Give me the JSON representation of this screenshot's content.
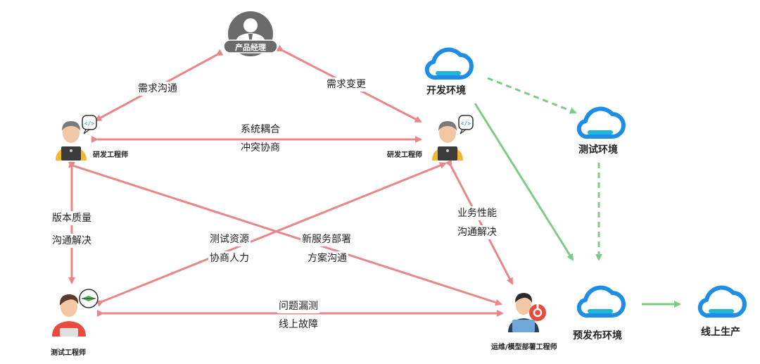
{
  "nodes": {
    "product_manager": "产品经理",
    "dev_left": "研发工程师",
    "dev_right": "研发工程师",
    "tester": "测试工程师",
    "ops": "运维/模型部署工程师"
  },
  "edges": {
    "pm_dev_left": "需求沟通",
    "pm_dev_right": "需求变更",
    "dev_dev": [
      "系统耦合",
      "冲突协商"
    ],
    "dev_left_tester": [
      "版本质量",
      "沟通解决"
    ],
    "tester_dev_right": [
      "测试资源",
      "协商人力"
    ],
    "dev_left_ops": [
      "新服务部署",
      "方案沟通"
    ],
    "dev_right_ops": [
      "业务性能",
      "沟通解决"
    ],
    "tester_ops": [
      "问题漏测",
      "线上故障"
    ]
  },
  "environments": {
    "dev": "开发环境",
    "test": "测试环境",
    "pre": "预发布环境",
    "prod": "线上生产"
  },
  "colors": {
    "relation_arrow": "#e8878a",
    "env_solid_arrow": "#7ecb85",
    "env_dashed_arrow": "#7ecb85",
    "cloud_blue": "#1e8de6",
    "cloud_teal": "#1fb5d6",
    "avatar_gray": "#6b6b6b",
    "shirt_yellow": "#f5b731",
    "shirt_red": "#e84c3d"
  }
}
